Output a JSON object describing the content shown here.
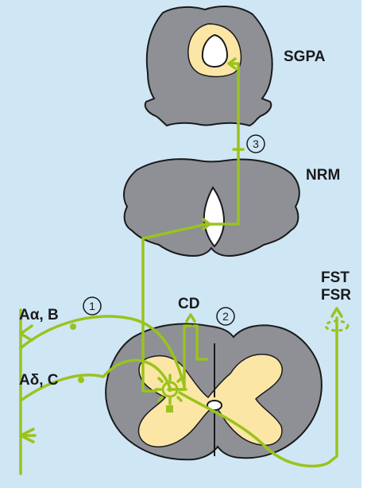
{
  "colors": {
    "background": "#cfe6f5",
    "tissue": "#8e9096",
    "tissue_stroke": "#1a1a1a",
    "gray_matter": "#fbe6a6",
    "pathway": "#9ac31c",
    "canal": "#ffffff"
  },
  "labels": {
    "sgpa": "SGPA",
    "nrm": "NRM",
    "cd": "CD",
    "fst": "FST",
    "fsr": "FSR",
    "a_alpha_b": "Aα, B",
    "a_delta_c": "Aδ, C"
  },
  "markers": {
    "m1": "1",
    "m2": "2",
    "m3": "3"
  }
}
